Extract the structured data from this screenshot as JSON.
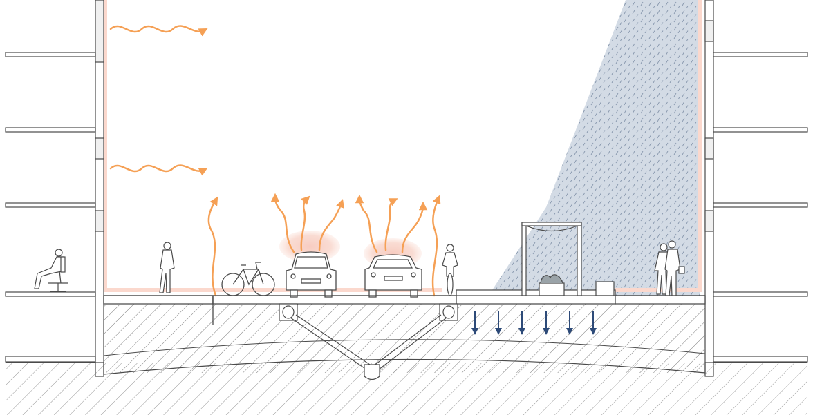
{
  "diagram": {
    "type": "street-cross-section",
    "colors": {
      "line": "#4a4a4a",
      "heat_arrow": "#f5a055",
      "heat_glow": "#f7c9bd",
      "wall_tint": "#fde3da",
      "shade": "#d3dbe5",
      "shade_dash": "#8797ad",
      "rain_arrow": "#2d4a78",
      "ground_hatch": "#7a7a7a"
    },
    "icons": [
      "building-left-icon",
      "building-right-icon",
      "seated-person-icon",
      "pedestrian-icon",
      "bicycle-icon",
      "car-icon",
      "cyclist-icon",
      "pergola-icon",
      "planter-icon",
      "bench-icon",
      "couple-walking-icon",
      "heat-wave-arrow-icon",
      "infiltration-arrow-icon",
      "drainage-pipe-icon"
    ],
    "heat_wave_arrows": 2,
    "rising_heat_arrows": 8,
    "car_heat_glows": 2,
    "infiltration_arrows": 6
  }
}
